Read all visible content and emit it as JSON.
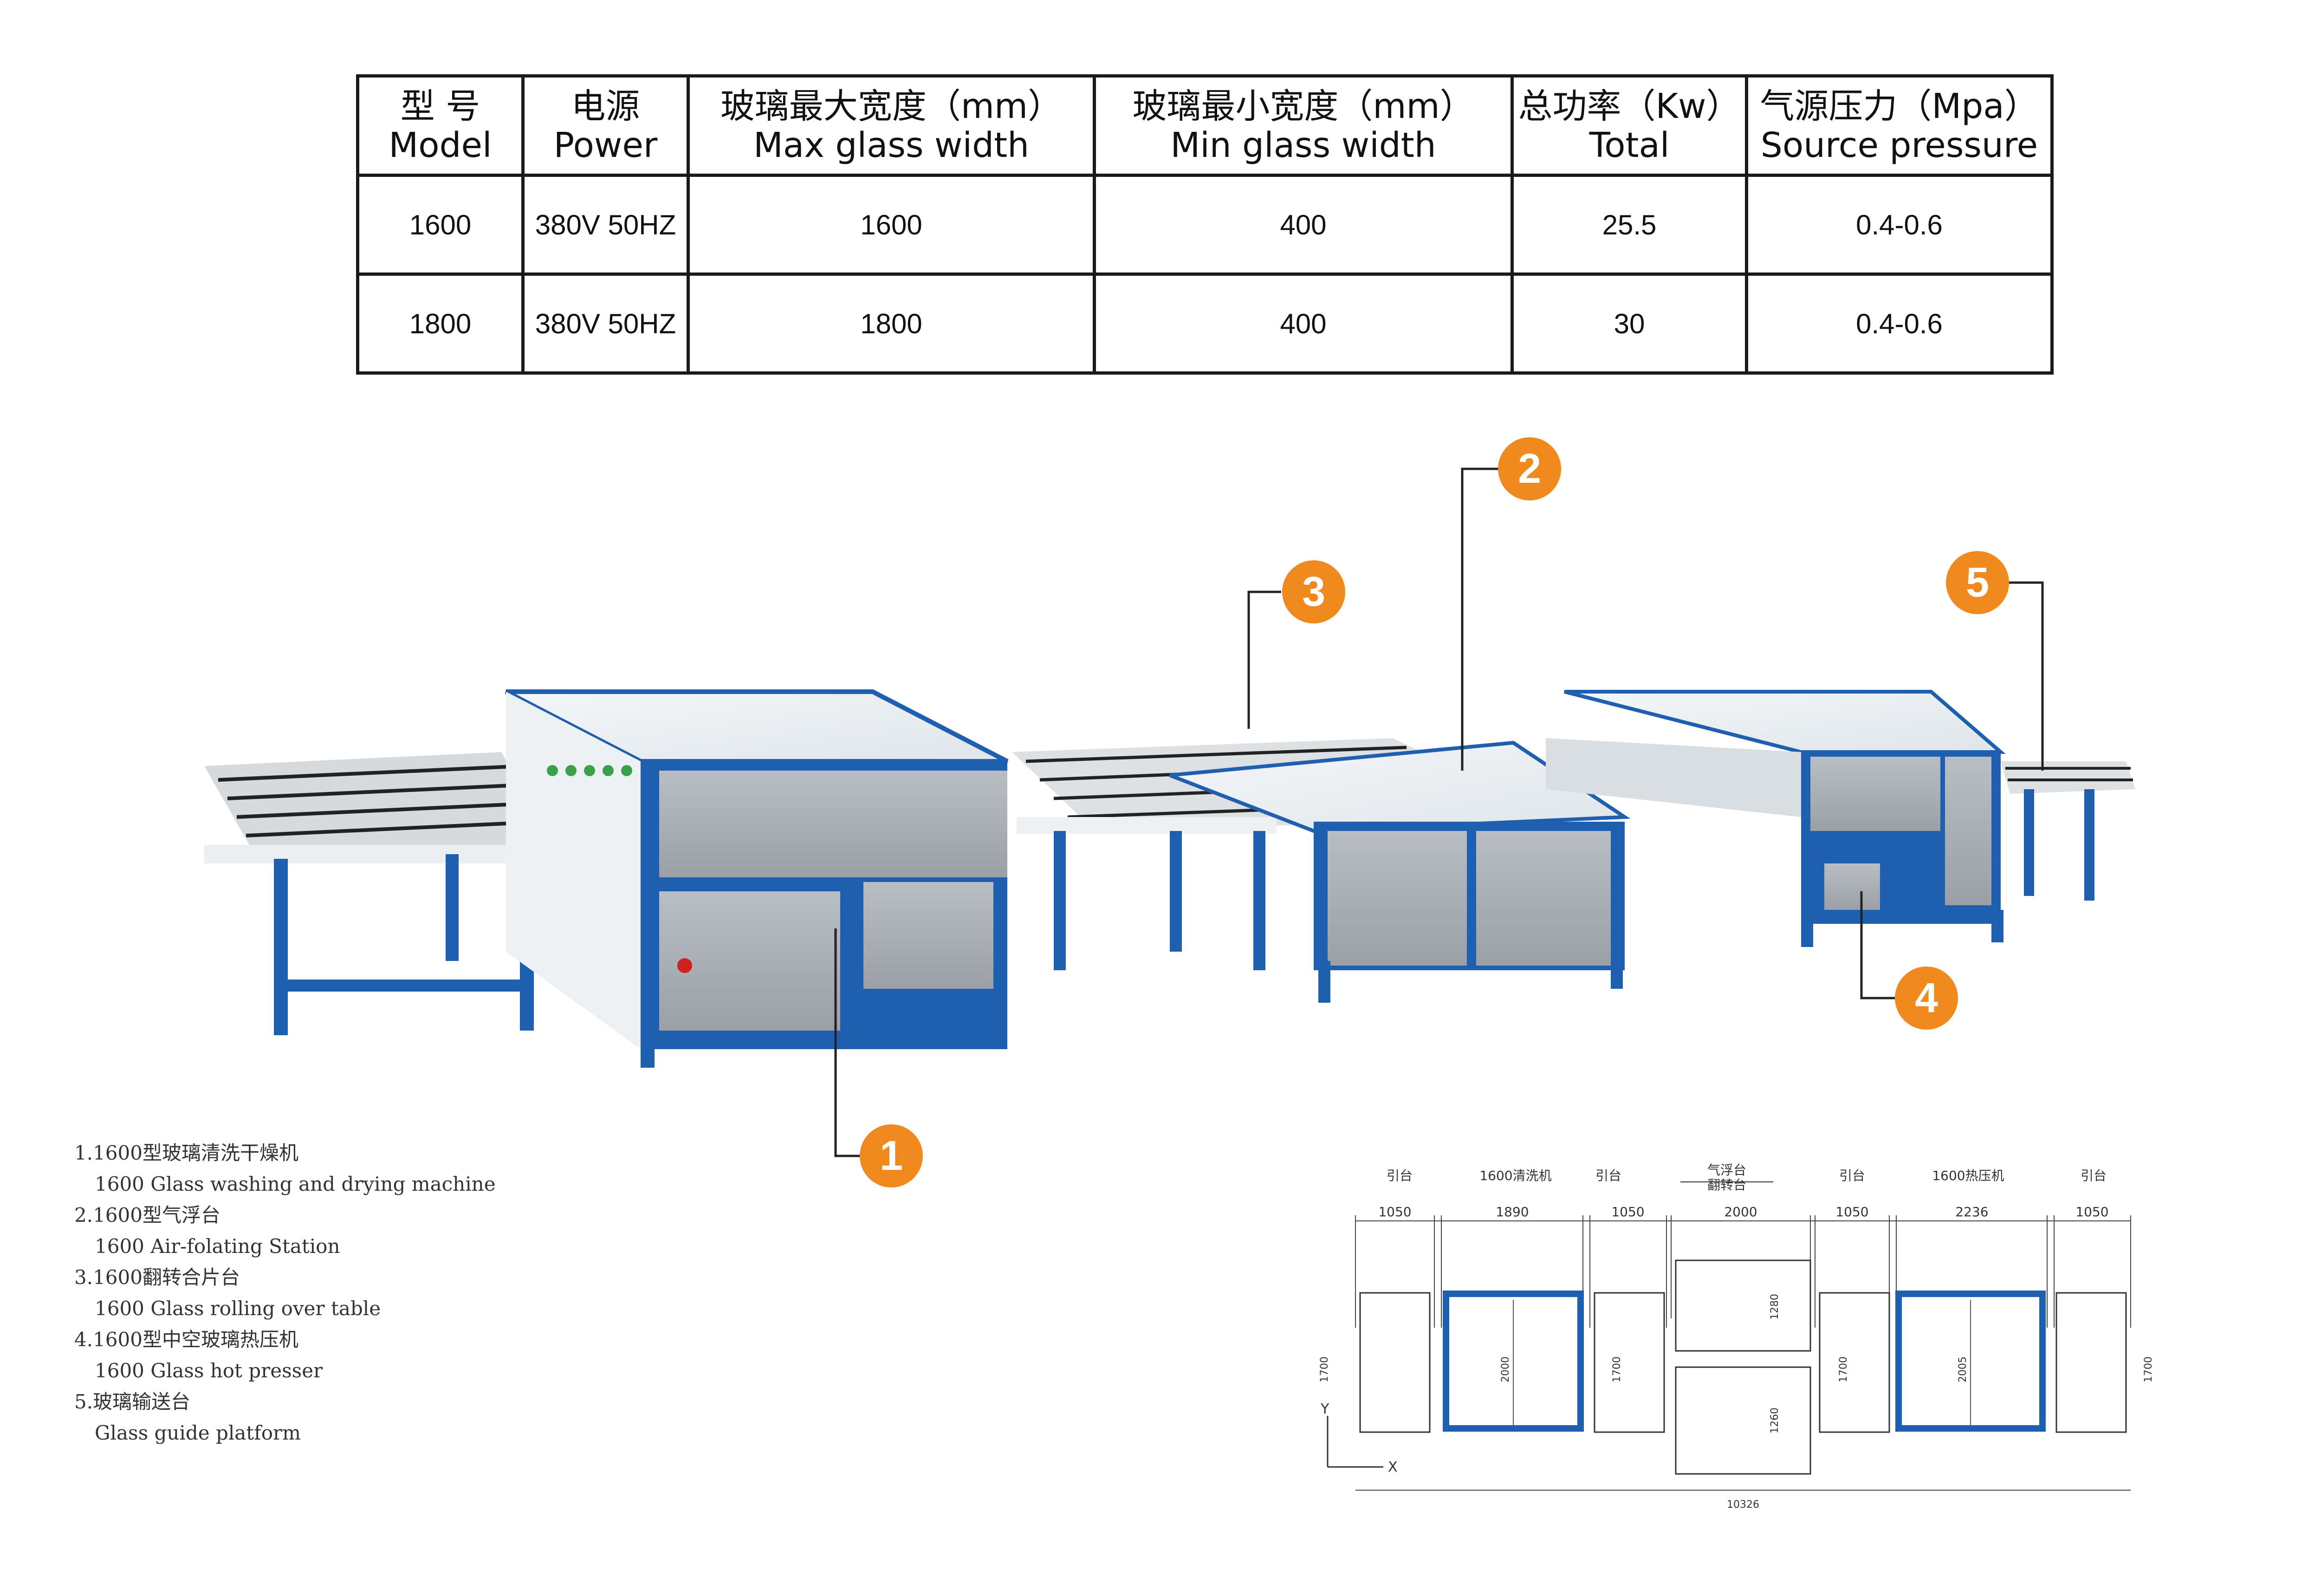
{
  "spec_table": {
    "headers": [
      {
        "zh": "型  号",
        "en": "Model"
      },
      {
        "zh": "电源",
        "en": "Power"
      },
      {
        "zh": "玻璃最大宽度（mm）",
        "en": "Max glass width"
      },
      {
        "zh": "玻璃最小宽度（mm）",
        "en": "Min glass width"
      },
      {
        "zh": "总功率（Kw）",
        "en": "Total"
      },
      {
        "zh": "气源压力（Mpa）",
        "en": "Source pressure"
      }
    ],
    "rows": [
      [
        "1600",
        "380V 50HZ",
        "1600",
        "400",
        "25.5",
        "0.4-0.6"
      ],
      [
        "1800",
        "380V 50HZ",
        "1800",
        "400",
        "30",
        "0.4-0.6"
      ]
    ]
  },
  "callouts": [
    "1",
    "2",
    "3",
    "4",
    "5"
  ],
  "legend": [
    {
      "zh": "1.1600型玻璃清洗干燥机",
      "en": "1600 Glass washing and drying machine"
    },
    {
      "zh": "2.1600型气浮台",
      "en": "1600 Air-folating Station"
    },
    {
      "zh": "3.1600翻转合片台",
      "en": "1600 Glass rolling over table"
    },
    {
      "zh": "4.1600型中空玻璃热压机",
      "en": "1600 Glass hot presser"
    },
    {
      "zh": "5.玻璃输送台",
      "en": "Glass guide platform"
    }
  ],
  "layout": {
    "labels": [
      "引台",
      "1600清洗机",
      "引台",
      "气浮台",
      "翻转台",
      "引台",
      "1600热压机",
      "引台"
    ],
    "widths": [
      "1050",
      "1890",
      "1050",
      "2000",
      "1050",
      "2236",
      "1050"
    ],
    "heights": [
      "1700",
      "2000",
      "1700",
      "1280",
      "1260",
      "1700",
      "2005",
      "1700"
    ],
    "total": "10326",
    "axis_y": "Y",
    "axis_x": "X"
  },
  "colors": {
    "frame_blue": "#1f5fb0",
    "panel_grey": "#a9afb4",
    "callout_orange": "#f08a1e",
    "top_white": "#eef2f5"
  }
}
